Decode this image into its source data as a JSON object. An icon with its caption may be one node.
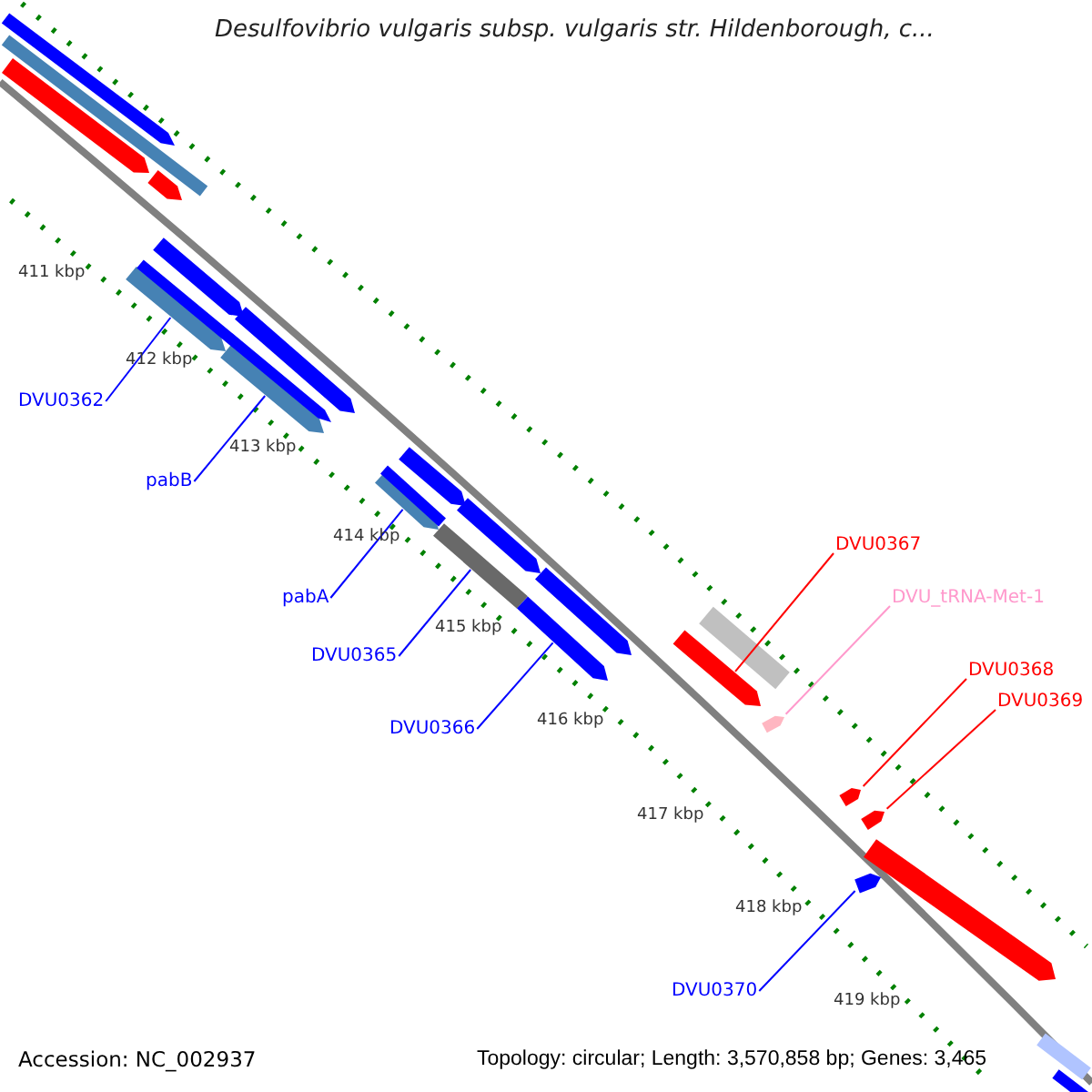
{
  "diagram": {
    "title": "Desulfovibrio vulgaris subsp. vulgaris str. Hildenborough, c...",
    "nodes": [
      {
        "text": [
          "DVU0362"
        ]
      },
      {
        "text": [],
        "shape": "arrow"
      },
      {
        "text": [
          "pabB"
        ]
      },
      {
        "text": [],
        "shape": "arrow"
      },
      {
        "text": [
          "pabA"
        ]
      },
      {
        "text": [],
        "shape": "arrow"
      },
      {
        "text": [
          "DVU0365"
        ]
      },
      {
        "text": [],
        "shape": "bar"
      },
      {
        "text": [
          "DVU0366"
        ]
      },
      {
        "text": [],
        "shape": "arrow"
      },
      {
        "text": [
          "DVU0367"
        ]
      },
      {
        "text": [],
        "shape": "arrow"
      },
      {
        "text": [
          "DVU_tRNA-Met-1"
        ]
      },
      {
        "text": [],
        "shape": "arrow"
      },
      {
        "text": [
          "DVU0368"
        ]
      },
      {
        "text": [],
        "shape": "arrow"
      },
      {
        "text": [
          "DVU0369"
        ]
      },
      {
        "text": [],
        "shape": "arrow"
      },
      {
        "text": [
          "DVU0370"
        ]
      },
      {
        "text": [],
        "shape": "arrow"
      },
      {
        "text": [],
        "shape": "bar"
      },
      {
        "text": [],
        "shape": "arrow"
      },
      {
        "text": [],
        "shape": "arrow"
      },
      {
        "text": [],
        "shape": "arrow"
      },
      {
        "text": [],
        "shape": "arrow"
      },
      {
        "text": [],
        "shape": "arrow"
      },
      {
        "text": [],
        "shape": "arrow"
      },
      {
        "text": [],
        "shape": "bar"
      },
      {
        "text": [],
        "shape": "arrow"
      },
      {
        "text": [],
        "shape": "arrow"
      },
      {
        "text": [],
        "shape": "arrow"
      },
      {
        "text": [],
        "shape": "arrow"
      },
      {
        "text": [],
        "shape": "bar"
      },
      {
        "text": [],
        "shape": "bar"
      },
      {
        "text": [],
        "shape": "bar"
      }
    ],
    "edges": [
      {
        "from": 0,
        "to": 1,
        "arrow": "none"
      },
      {
        "from": 2,
        "to": 3,
        "arrow": "none"
      },
      {
        "from": 4,
        "to": 5,
        "arrow": "none"
      },
      {
        "from": 6,
        "to": 7,
        "arrow": "none"
      },
      {
        "from": 8,
        "to": 9,
        "arrow": "none"
      },
      {
        "from": 10,
        "to": 11,
        "arrow": "none",
        "color": "#ff0000"
      },
      {
        "from": 12,
        "to": 13,
        "arrow": "none",
        "color": "#ff99cc"
      },
      {
        "from": 14,
        "to": 15,
        "arrow": "none",
        "color": "#ff0000"
      },
      {
        "from": 16,
        "to": 17,
        "arrow": "none",
        "color": "#ff0000"
      },
      {
        "from": 18,
        "to": 19,
        "arrow": "none"
      }
    ],
    "labels": [
      "411 kbp",
      "412 kbp",
      "413 kbp",
      "414 kbp",
      "415 kbp",
      "416 kbp",
      "417 kbp",
      "418 kbp",
      "419 kbp",
      "Accession: NC_002937",
      "Topology: circular; Length: 3,570,858 bp; Genes: 3,465"
    ]
  }
}
